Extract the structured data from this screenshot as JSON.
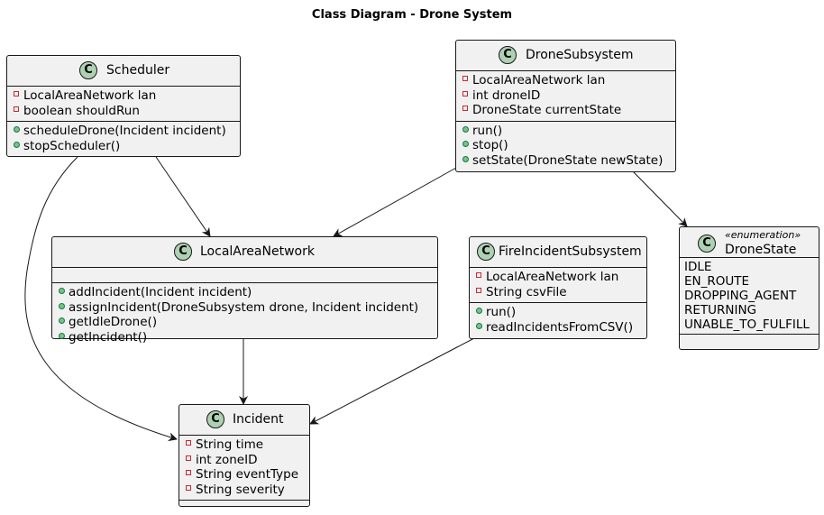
{
  "title": "Class Diagram - Drone System",
  "classes": {
    "scheduler": {
      "name": "Scheduler",
      "attributes": [
        "LocalAreaNetwork lan",
        "boolean shouldRun"
      ],
      "methods": [
        "scheduleDrone(Incident incident)",
        "stopScheduler()"
      ]
    },
    "drone_subsystem": {
      "name": "DroneSubsystem",
      "attributes": [
        "LocalAreaNetwork lan",
        "int droneID",
        "DroneState currentState"
      ],
      "methods": [
        "run()",
        "stop()",
        "setState(DroneState newState)"
      ]
    },
    "local_area_network": {
      "name": "LocalAreaNetwork",
      "methods": [
        "addIncident(Incident incident)",
        "assignIncident(DroneSubsystem drone, Incident incident)",
        "getIdleDrone()",
        "getIncident()"
      ]
    },
    "fire_incident_subsystem": {
      "name": "FireIncidentSubsystem",
      "attributes": [
        "LocalAreaNetwork lan",
        "String csvFile"
      ],
      "methods": [
        "run()",
        "readIncidentsFromCSV()"
      ]
    },
    "drone_state": {
      "name": "DroneState",
      "stereotype": "«enumeration»",
      "values": [
        "IDLE",
        "EN_ROUTE",
        "DROPPING_AGENT",
        "RETURNING",
        "UNABLE_TO_FULFILL"
      ]
    },
    "incident": {
      "name": "Incident",
      "attributes": [
        "String time",
        "int zoneID",
        "String eventType",
        "String severity"
      ]
    }
  },
  "class_badge": "C",
  "colors": {
    "class_fill": "#f1f1f1",
    "badge_fill": "#add1b2",
    "border": "#181818"
  },
  "relations": [
    {
      "from": "Scheduler",
      "to": "LocalAreaNetwork"
    },
    {
      "from": "Scheduler",
      "to": "Incident"
    },
    {
      "from": "DroneSubsystem",
      "to": "LocalAreaNetwork"
    },
    {
      "from": "DroneSubsystem",
      "to": "DroneState"
    },
    {
      "from": "LocalAreaNetwork",
      "to": "Incident"
    },
    {
      "from": "FireIncidentSubsystem",
      "to": "Incident"
    }
  ]
}
